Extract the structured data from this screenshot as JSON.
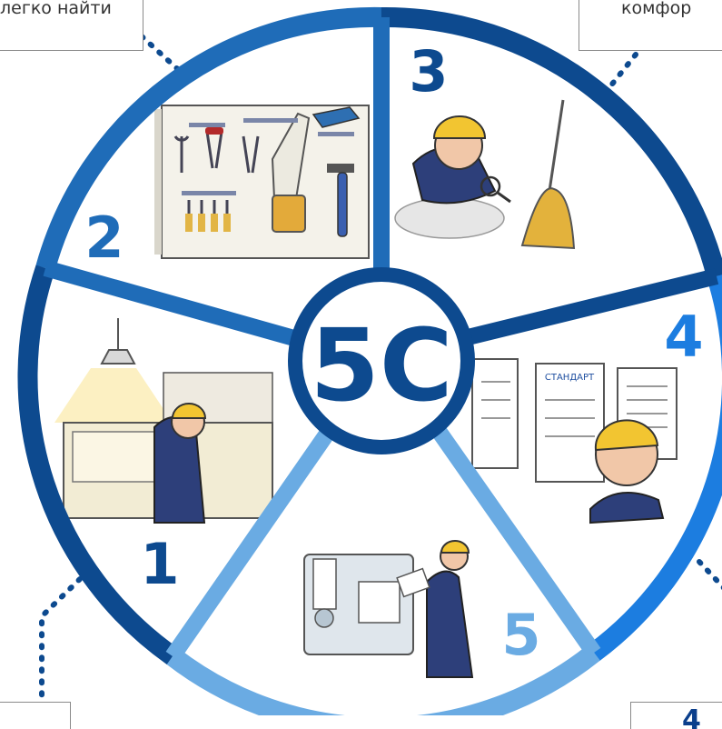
{
  "center_label": "5С",
  "segments": [
    {
      "number": "1",
      "color": "#0d4a8f"
    },
    {
      "number": "2",
      "color": "#1f6cb8"
    },
    {
      "number": "3",
      "color": "#0d4a8f"
    },
    {
      "number": "4",
      "color": "#1c7de0"
    },
    {
      "number": "5",
      "color": "#6aabe3"
    }
  ],
  "callouts": {
    "top_left": "легко найти",
    "top_right": "комфор",
    "bottom_right": "4"
  },
  "illustrations": {
    "segment_2": {
      "sign_text": ""
    },
    "segment_4": {
      "sign_text": "СТАНДАРТ"
    }
  },
  "colors": {
    "ring_dark": "#0d4a8f",
    "ring_mid": "#1f6cb8",
    "ring_bright": "#1c7de0",
    "ring_light": "#6aabe3",
    "hub": "#0d4a8f"
  }
}
